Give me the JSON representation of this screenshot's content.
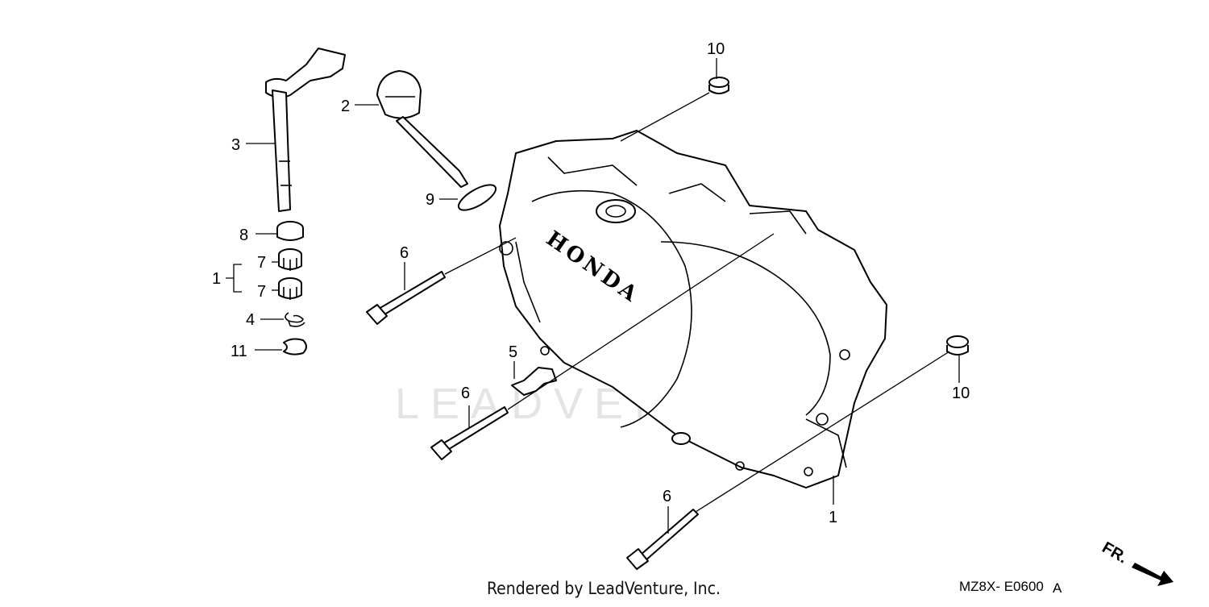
{
  "watermark": "LEADVENTURE",
  "cover_brand": "HONDA",
  "callouts": {
    "c1_left": "1",
    "c1_right": "1",
    "c2": "2",
    "c3": "3",
    "c4": "4",
    "c5": "5",
    "c6_top": "6",
    "c6_middle": "6",
    "c6_bottom": "6",
    "c7_upper": "7",
    "c7_lower": "7",
    "c8": "8",
    "c9": "9",
    "c10_top": "10",
    "c10_right": "10",
    "c11": "11"
  },
  "diagram_code": "MZ8X- E0600",
  "diagram_rev": "A",
  "direction_label": "FR.",
  "footer": "Rendered by LeadVenture, Inc."
}
